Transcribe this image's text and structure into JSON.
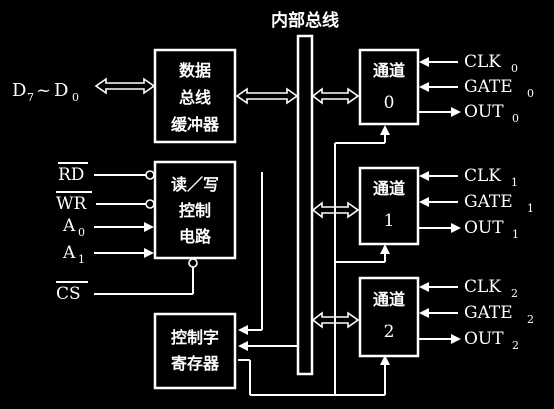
{
  "bus_title": "内部总线",
  "data_pins": {
    "d7": "D",
    "d7_sub": "7",
    "tilde": "~",
    "d0": "D",
    "d0_sub": "0"
  },
  "data_buffer": {
    "line1": "数据",
    "line2": "总线",
    "line3": "缓冲器"
  },
  "rw_logic": {
    "line1": "读／写",
    "line2": "控制",
    "line3": "电路"
  },
  "control_reg": {
    "line1": "控制字",
    "line2": "寄存器"
  },
  "inputs": {
    "rd": "RD",
    "wr": "WR",
    "a0": "A",
    "a0_sub": "0",
    "a1": "A",
    "a1_sub": "1",
    "cs": "CS"
  },
  "counters": [
    {
      "title": "通道",
      "index": "0",
      "clk": "CLK",
      "clk_sub": "0",
      "gate": "GATE",
      "gate_sub": "0",
      "out": "OUT",
      "out_sub": "0"
    },
    {
      "title": "通道",
      "index": "1",
      "clk": "CLK",
      "clk_sub": "1",
      "gate": "GATE",
      "gate_sub": "1",
      "out": "OUT",
      "out_sub": "1"
    },
    {
      "title": "通道",
      "index": "2",
      "clk": "CLK",
      "clk_sub": "2",
      "gate": "GATE",
      "gate_sub": "2",
      "out": "OUT",
      "out_sub": "2"
    }
  ]
}
